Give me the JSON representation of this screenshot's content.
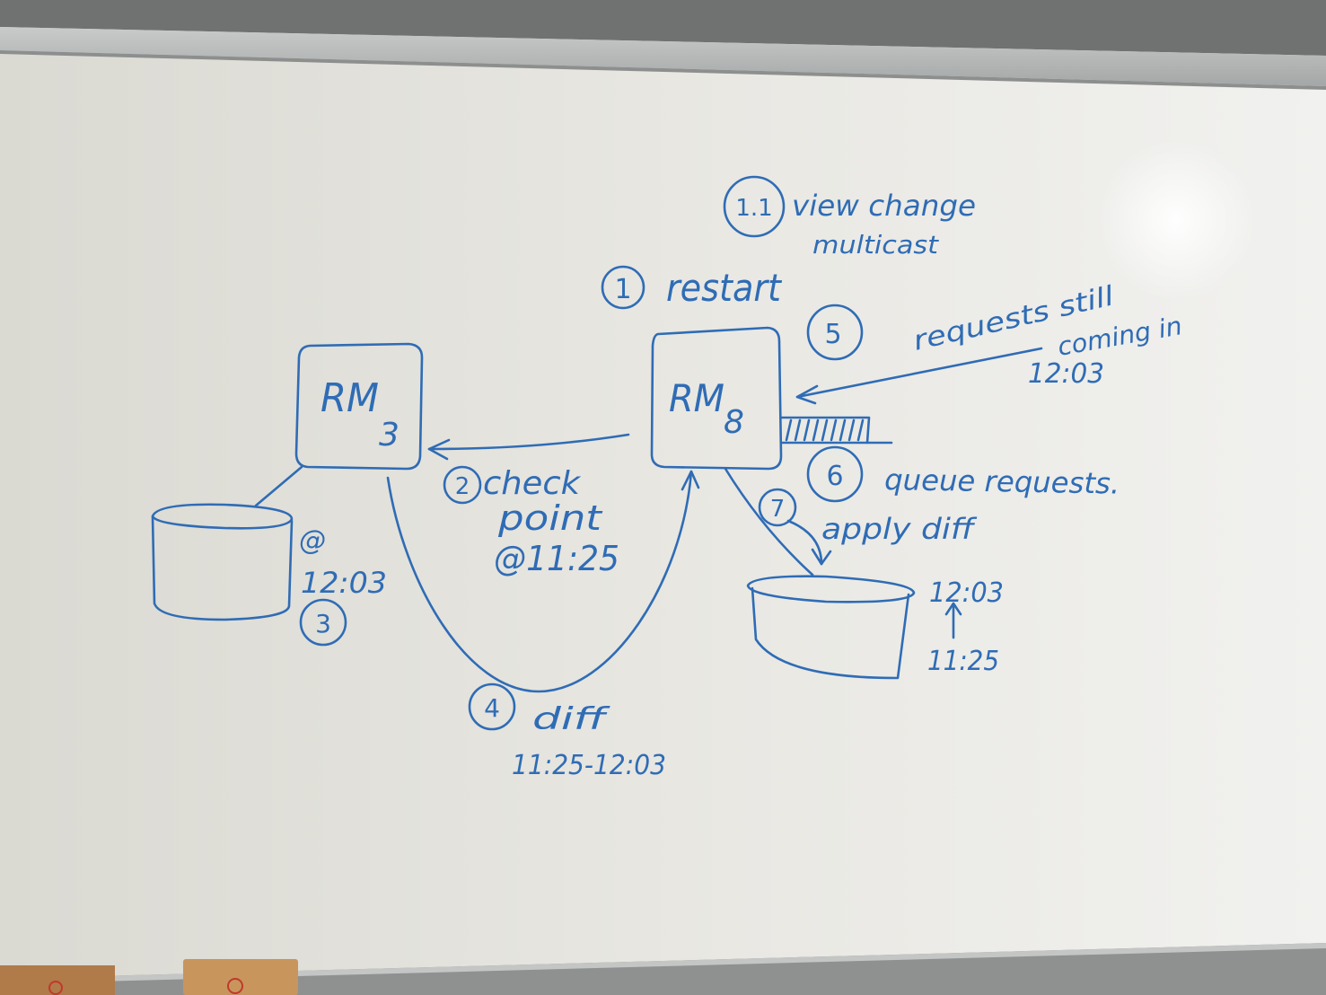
{
  "steps": {
    "s1_1": {
      "num": "1.1",
      "label_line1": "view change",
      "label_line2": "multicast"
    },
    "s1": {
      "num": "1",
      "label": "restart"
    },
    "s5": {
      "num": "5",
      "label_line1": "requests still",
      "label_line2": "coming in",
      "time": "12:03"
    },
    "s2": {
      "num": "2",
      "label_line1": "check",
      "label_line2": "point",
      "label_line3": "@11:25"
    },
    "s6": {
      "num": "6",
      "label": "queue requests."
    },
    "s7": {
      "num": "7",
      "label": "apply diff"
    },
    "s3": {
      "num": "3",
      "at": "@",
      "time": "12:03"
    },
    "s4": {
      "num": "4",
      "label": "diff",
      "range": "11:25-12:03"
    }
  },
  "nodes": {
    "rm3": {
      "name": "RM",
      "subscript": "3"
    },
    "rm8": {
      "name": "RM",
      "subscript": "8"
    }
  },
  "rm8_store": {
    "time_top": "12:03",
    "time_bottom": "11:25"
  },
  "colors": {
    "ink": "#2f6cb5",
    "board": "#ebeae5",
    "frame": "#9a9c9c",
    "eraser": "#b98a55"
  }
}
